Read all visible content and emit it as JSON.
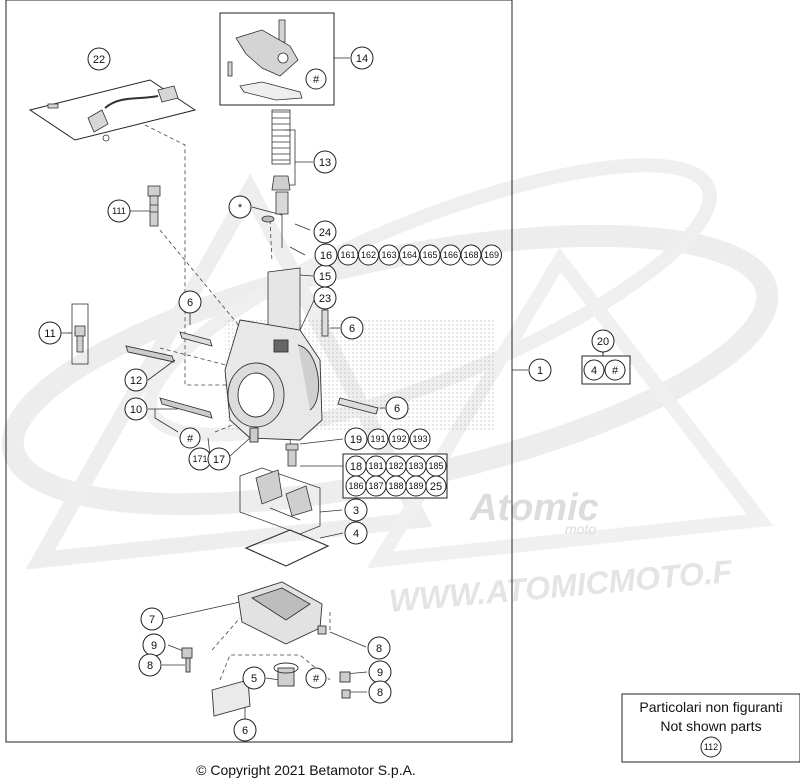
{
  "watermark": {
    "brand": "Atomic",
    "brand_sub": "moto",
    "url": "WWW.ATOMICMOTO.F"
  },
  "callouts": {
    "c1": "1",
    "c3": "3",
    "c4": "4",
    "c5": "5",
    "c6": "6",
    "c7": "7",
    "c8": "8",
    "c9": "9",
    "c10": "10",
    "c11": "11",
    "c12": "12",
    "c13": "13",
    "c14": "14",
    "c15": "15",
    "c16": "16",
    "c17": "17",
    "c18": "18",
    "c19": "19",
    "c20": "20",
    "c22": "22",
    "c23": "23",
    "c24": "24",
    "c25": "25",
    "c111": "111",
    "c171": "171",
    "hash": "#",
    "star": "*"
  },
  "kit16": [
    "161",
    "162",
    "163",
    "164",
    "165",
    "166",
    "168",
    "169"
  ],
  "kit19": [
    "191",
    "192",
    "193"
  ],
  "kit18_row1": [
    "181",
    "182",
    "183",
    "185"
  ],
  "kit18_row2": [
    "186",
    "187",
    "188",
    "189"
  ],
  "not_shown": {
    "line1": "Particolari non figuranti",
    "line2": "Not shown parts",
    "part": "112"
  },
  "copyright": "© Copyright 2021 Betamotor S.p.A."
}
